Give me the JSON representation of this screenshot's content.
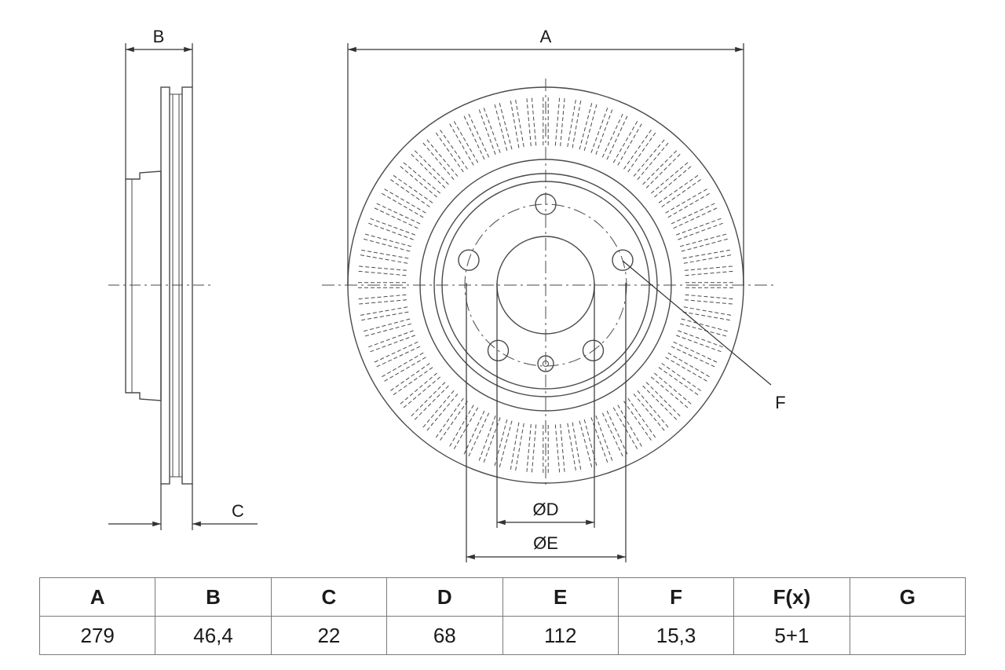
{
  "labels": {
    "a": "A",
    "b": "B",
    "c": "C",
    "f": "F",
    "d": "ØD",
    "e": "ØE"
  },
  "table": {
    "headers": [
      "A",
      "B",
      "C",
      "D",
      "E",
      "F",
      "F(x)",
      "G"
    ],
    "values": [
      "279",
      "46,4",
      "22",
      "68",
      "112",
      "15,3",
      "5+1",
      ""
    ]
  },
  "colors": {
    "line": "#4a4a4a",
    "dim": "#333333",
    "text": "#1a1a1a"
  }
}
